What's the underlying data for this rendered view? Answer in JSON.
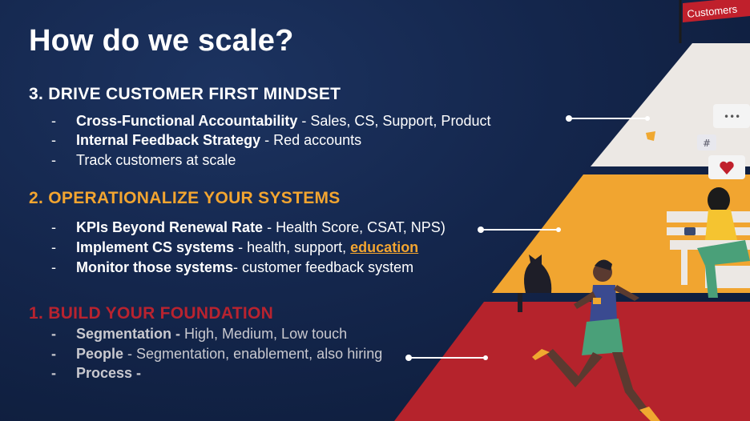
{
  "slide": {
    "title": "How do we scale?",
    "sections": [
      {
        "heading": "3. DRIVE CUSTOMER FIRST MINDSET",
        "items": [
          {
            "dash": "-",
            "bold": "Cross-Functional Accountability",
            "rest": " - Sales, CS, Support, Product"
          },
          {
            "dash": "-",
            "bold": "Internal Feedback Strategy",
            "rest": " - Red accounts"
          },
          {
            "dash": "-",
            "bold": "",
            "rest": "Track customers at scale"
          }
        ]
      },
      {
        "heading": "2. OPERATIONALIZE YOUR SYSTEMS",
        "items": [
          {
            "dash": "-",
            "bold": "KPIs Beyond Renewal Rate",
            "rest": " - Health Score, CSAT, NPS)"
          },
          {
            "dash": "-",
            "bold": "Implement CS systems",
            "rest": " - health, support, ",
            "link": "education"
          },
          {
            "dash": "-",
            "bold": "Monitor those systems",
            "rest": "- customer feedback system"
          }
        ]
      },
      {
        "heading": "1. BUILD YOUR FOUNDATION",
        "items": [
          {
            "dash": "-",
            "bold": "Segmentation - ",
            "rest": "High, Medium, Low touch"
          },
          {
            "dash": "-",
            "bold": "People",
            "rest": " - Segmentation, enablement, also hiring"
          },
          {
            "dash": "-",
            "bold": "Process -",
            "rest": ""
          }
        ]
      }
    ],
    "flag_label": "Customers",
    "chat_icons": {
      "dots": "•••",
      "hash": "#"
    }
  },
  "colors": {
    "background": "#14264c",
    "accent_orange": "#f3a530",
    "accent_red": "#b8232f",
    "pyramid_top": "#ece8e4",
    "pyramid_middle": "#f1a530",
    "pyramid_bottom": "#b5232c"
  }
}
